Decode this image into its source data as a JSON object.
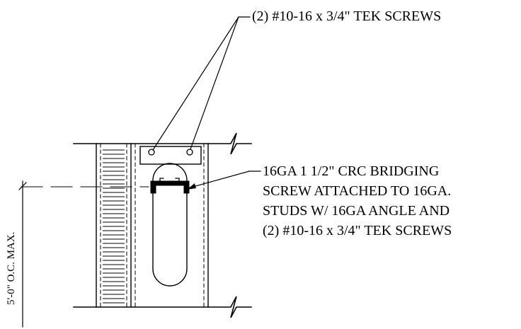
{
  "notes": {
    "top_callout": "(2) #10-16 x 3/4\" TEK SCREWS",
    "side_callout": {
      "line1": "16GA 1 1/2\" CRC BRIDGING",
      "line2": "SCREW ATTACHED TO 16GA.",
      "line3": "STUDS W/ 16GA ANGLE AND",
      "line4": "(2) #10-16 x 3/4\" TEK SCREWS"
    },
    "dimension": "5'-0\" O.C. MAX."
  },
  "colors": {
    "ink": "#000000",
    "background": "#ffffff"
  }
}
